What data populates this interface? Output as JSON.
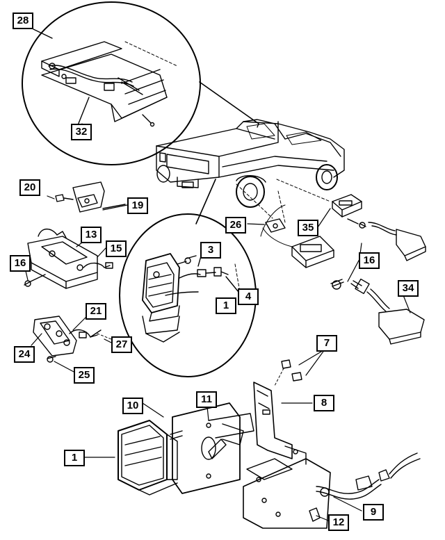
{
  "callouts": {
    "c28": "28",
    "c32": "32",
    "c20": "20",
    "c19": "19",
    "c26": "26",
    "c35": "35",
    "c13": "13",
    "c15": "15",
    "c16a": "16",
    "c3": "3",
    "c16b": "16",
    "c4": "4",
    "c1a": "1",
    "c34": "34",
    "c21": "21",
    "c24": "24",
    "c27": "27",
    "c25": "25",
    "c7": "7",
    "c10": "10",
    "c11": "11",
    "c8": "8",
    "c1b": "1",
    "c9": "9",
    "c12": "12"
  }
}
